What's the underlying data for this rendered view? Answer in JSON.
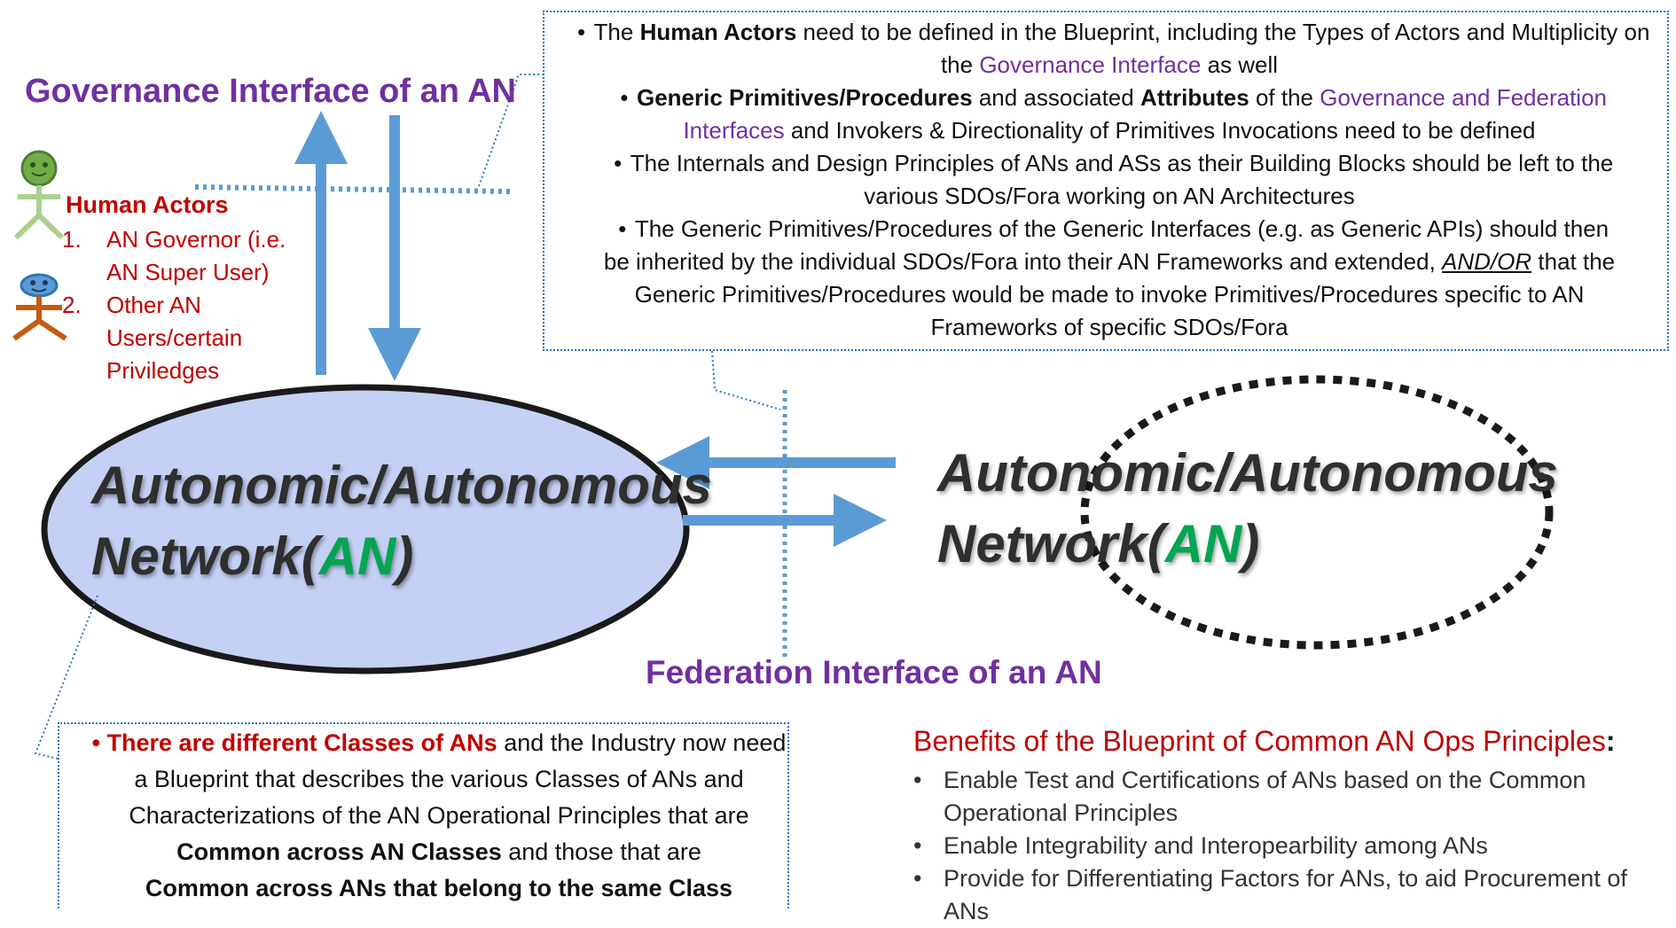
{
  "governance_title": "Governance Interface of an AN",
  "federation_title": "Federation Interface of an AN",
  "an_left": {
    "line1": "Autonomic/Autonomous",
    "line2_prefix": "Network(",
    "line2_an": "AN",
    "line2_suffix": ")"
  },
  "an_right": {
    "line1": "Autonomic/Autonomous",
    "line2_prefix": "Network(",
    "line2_an": "AN",
    "line2_suffix": ")"
  },
  "human_actors": {
    "title": "Human Actors",
    "items": [
      {
        "num": "1.",
        "text": "AN Governor (i.e. AN Super User)"
      },
      {
        "num": "2.",
        "text": "Other AN Users/certain Priviledges"
      }
    ]
  },
  "top_notes": {
    "bullet1": {
      "a": "The ",
      "b": "Human Actors",
      "c": " need to be defined in the Blueprint, including the Types of Actors and Multiplicity on the ",
      "d": "Governance Interface",
      "e": " as well"
    },
    "bullet2": {
      "a": "Generic Primitives/Procedures",
      "b": " and associated ",
      "c": "Attributes",
      "d": " of the ",
      "e": "Governance and Federation Interfaces",
      "f": " and Invokers & Directionality of Primitives Invocations need to be defined"
    },
    "bullet3": "The Internals and Design Principles of ANs and ASs as their Building Blocks should be left to the various SDOs/Fora working on AN Architectures",
    "bullet4": {
      "a": "The Generic Primitives/Procedures of the Generic Interfaces (e.g. as Generic APIs) should then be inherited by the individual SDOs/Fora into their AN Frameworks and extended, ",
      "b": "AND/OR",
      "c": " that the Generic Primitives/Procedures would be made to invoke Primitives/Procedures specific to AN Frameworks of specific SDOs/Fora"
    }
  },
  "bottom_note": {
    "a": "There are different Classes of ANs",
    "b": " and the Industry now need a Blueprint that describes the various Classes of ANs and Characterizations of the AN Operational Principles that are ",
    "c": "Common across AN Classes",
    "d": " and those that are ",
    "e": "Common across ANs that belong to the same Class"
  },
  "benefits": {
    "title": "Benefits of the Blueprint of Common AN Ops Principles",
    "colon": ":",
    "items": [
      "Enable Test and Certifications of ANs based on the Common Operational Principles",
      "Enable Integrability and Interopearbility among ANs",
      "Provide for Differentiating Factors for ANs, to aid Procurement of ANs"
    ]
  },
  "colors": {
    "purple": "#7030a0",
    "red": "#c00000",
    "blue_arrow": "#5b9bd5",
    "ellipse_fill": "#c5d0f5",
    "green": "#00a651"
  }
}
